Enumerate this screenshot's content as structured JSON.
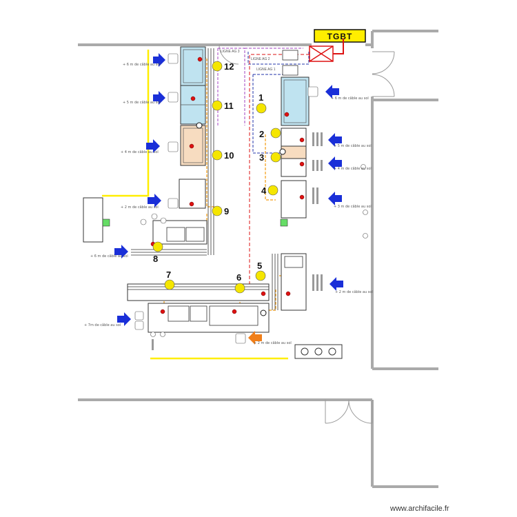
{
  "tgbt": {
    "label": "TGBT"
  },
  "lignes": [
    "LIGNE AG 3",
    "LIGNE AG 2",
    "LIGNE AG 1"
  ],
  "numbers": [
    "1",
    "2",
    "3",
    "4",
    "5",
    "6",
    "7",
    "8",
    "9",
    "10",
    "11",
    "12"
  ],
  "cable_labels": {
    "c12": "+ 6 m de câble au sol",
    "c11": "+ 5 m de câble au sol",
    "c10": "+ 4 m de câble au sol",
    "c9": "+ 2 m de câble au sol",
    "c8": "+ 6 m de câble au sol",
    "c7": "+ 7m de câble au sol",
    "c6": "+ 2 m de câble au sol",
    "c1": "+ 6 m de câble au sol",
    "c2": "+ 5 m de câble au sol",
    "c3": "+ 4 m de câble au sol",
    "c4": "+ 3 m de câble au sol",
    "c5": "+ 2 m de câble au sol"
  },
  "watermark": "www.archifacile.fr",
  "colors": {
    "wall": "#aaaaaa",
    "yellow_cable": "#ffee00",
    "red_line": "#dd1111",
    "orange_line": "#f39c12",
    "blue_arrow": "#1a2fd8",
    "orange_arrow": "#f07f1a",
    "purple_line": "#a040c0",
    "navy_line": "#2233aa",
    "equipment_blue": "#bfe3f0",
    "equipment_peach": "#f7dcc0",
    "marker_yellow": "#f5e600",
    "marker_red": "#dd1111",
    "green_box": "#66dd66"
  }
}
